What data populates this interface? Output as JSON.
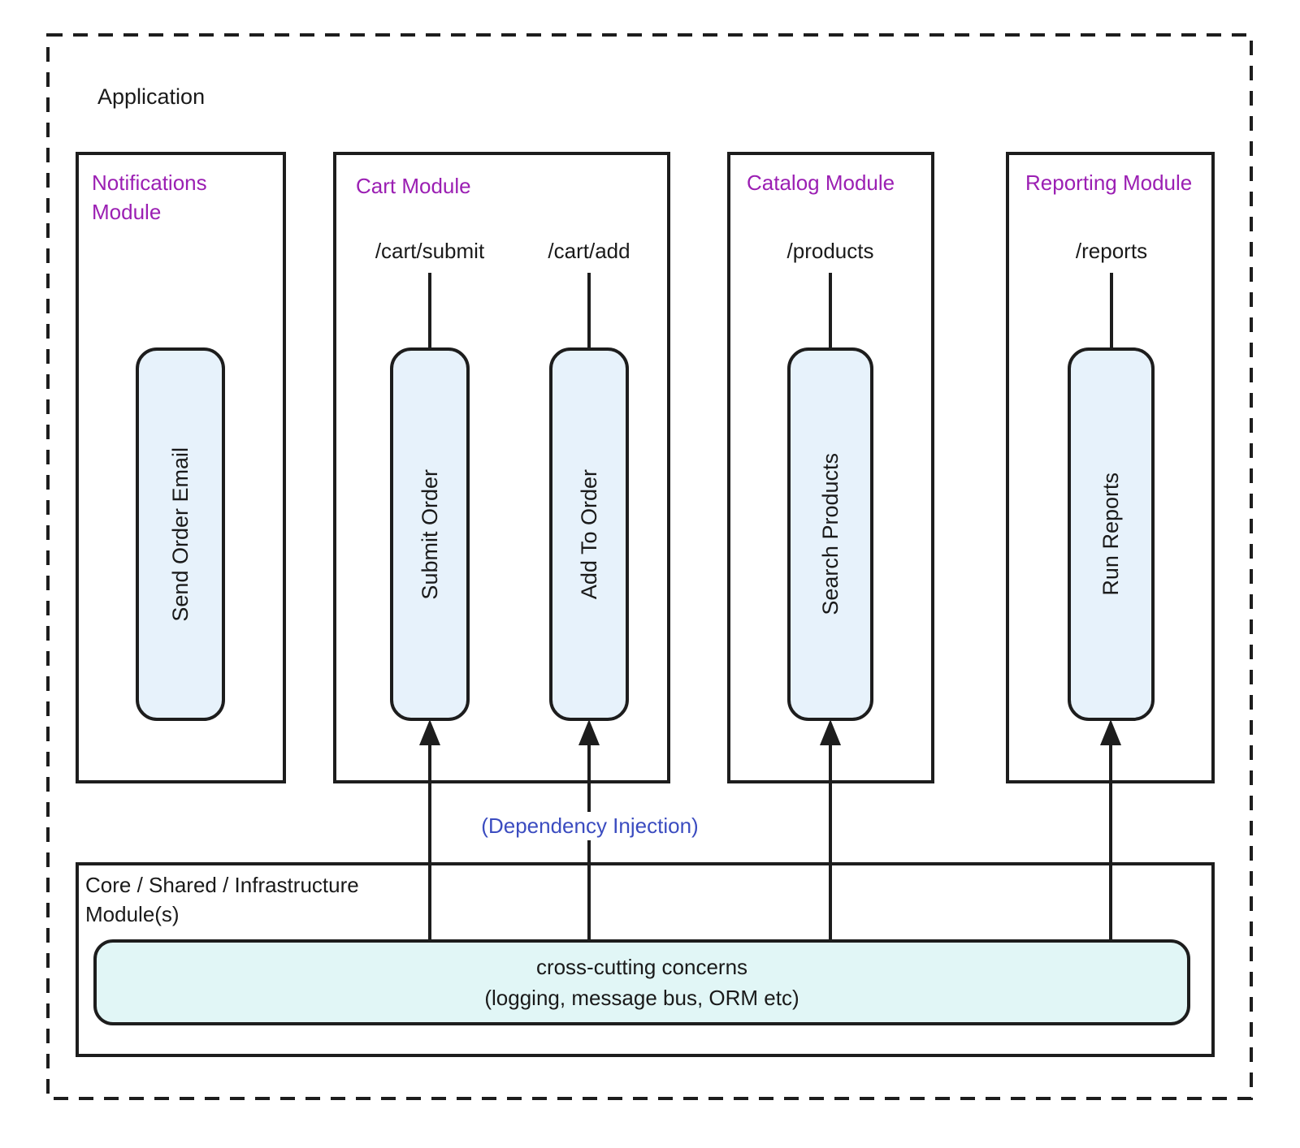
{
  "app": {
    "label": "Application",
    "dependency_injection": "(Dependency Injection)"
  },
  "modules": [
    {
      "title": "Notifications Module",
      "routes": [],
      "handlers": [
        "Send Order Email"
      ]
    },
    {
      "title": "Cart Module",
      "routes": [
        "/cart/submit",
        "/cart/add"
      ],
      "handlers": [
        "Submit Order",
        "Add To Order"
      ]
    },
    {
      "title": "Catalog Module",
      "routes": [
        "/products"
      ],
      "handlers": [
        "Search Products"
      ]
    },
    {
      "title": "Reporting Module",
      "routes": [
        "/reports"
      ],
      "handlers": [
        "Run Reports"
      ]
    }
  ],
  "core": {
    "title": "Core / Shared / Infrastructure Module(s)",
    "concerns_line1": "cross-cutting concerns",
    "concerns_line2": "(logging, message bus, ORM etc)"
  },
  "colors": {
    "module-title": "#9b1fb3",
    "di-label": "#3b4cc0",
    "handler-fill": "#e7f2fb",
    "concerns-fill": "#e1f6f6",
    "line": "#1d1d1d",
    "text": "#1a1a1a",
    "background": "#ffffff"
  }
}
